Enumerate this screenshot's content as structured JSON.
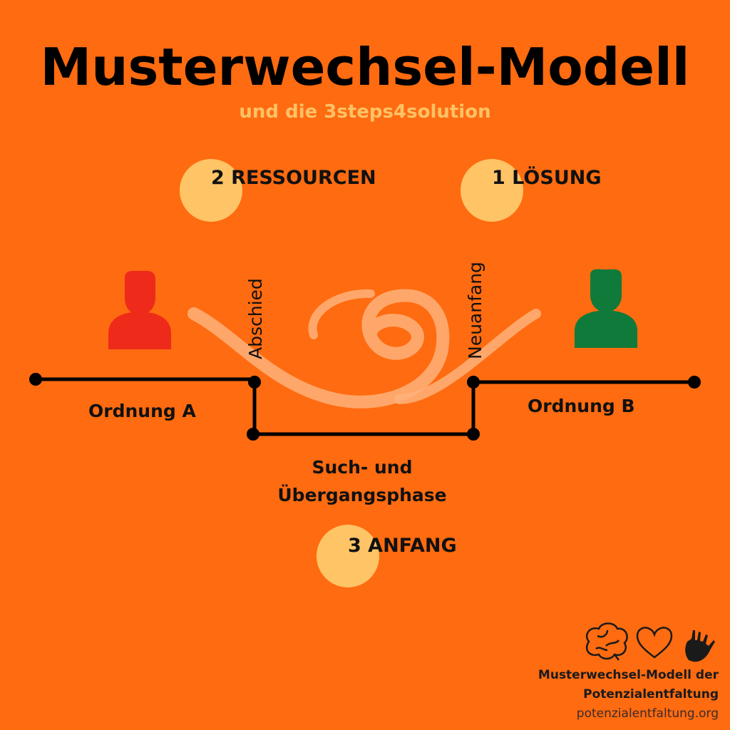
{
  "title": "Musterwechsel-Modell",
  "subtitle": "und die 3steps4solution",
  "steps": [
    {
      "label": "2 RESSOURCEN"
    },
    {
      "label": "1 LÖSUNG"
    },
    {
      "label": "3 ANFANG"
    }
  ],
  "phases": {
    "order_a": "Ordnung A",
    "order_b": "Ordnung B",
    "transition_line1": "Such- und",
    "transition_line2": "Übergangsphase",
    "farewell": "Abschied",
    "new_beginning": "Neuanfang"
  },
  "colors": {
    "background": "#ff6b10",
    "person_a": "#ee2a1a",
    "person_b": "#0f7a3a",
    "circle": "#ffc466",
    "spiral": "#ffb27a"
  },
  "icons": [
    "person-red-icon",
    "person-green-icon",
    "brain-icon",
    "heart-icon",
    "hand-icon"
  ],
  "footer": {
    "line1": "Musterwechsel-Modell der",
    "line2": "Potenzialentfaltung",
    "url": "potenzialentfaltung.org"
  }
}
